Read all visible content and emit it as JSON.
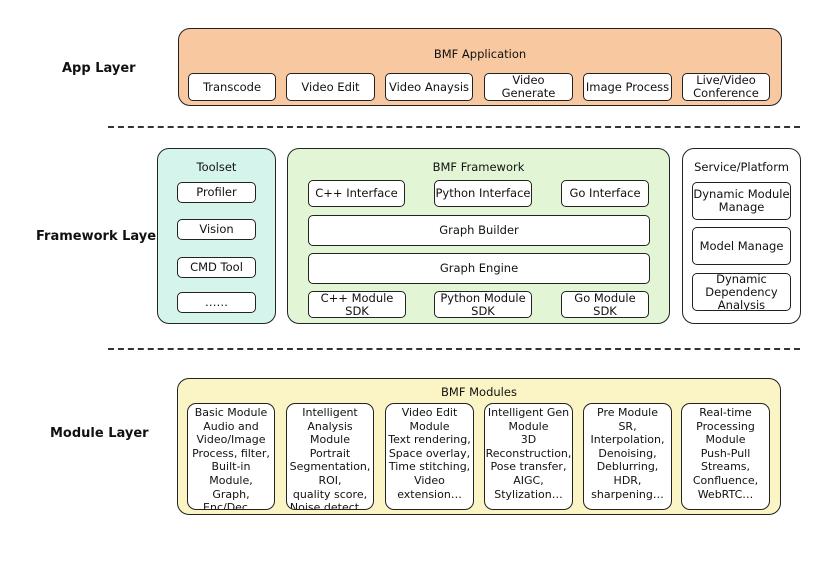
{
  "layers": {
    "app": "App Layer",
    "framework": "Framework Layer",
    "module": "Module Layer"
  },
  "app_panel": {
    "title": "BMF Application",
    "items": [
      "Transcode",
      "Video Edit",
      "Video Anaysis",
      "Video Generate",
      "Image Process",
      "Live/Video\nConference"
    ],
    "fill": "#f8c8a0"
  },
  "toolset": {
    "title": "Toolset",
    "items": [
      "Profiler",
      "Vision",
      "CMD Tool",
      "……"
    ],
    "fill": "#d5f5ec"
  },
  "framework_panel": {
    "title": "BMF Framework",
    "interfaces": [
      "C++ Interface",
      "Python Interface",
      "Go Interface"
    ],
    "graph_builder": "Graph Builder",
    "graph_engine": "Graph Engine",
    "sdks": [
      "C++ Module SDK",
      "Python Module\nSDK",
      "Go Module\nSDK"
    ],
    "fill": "#e2f6d6"
  },
  "service_panel": {
    "title": "Service/Platform",
    "items": [
      "Dynamic Module\nManage",
      "Model Manage",
      "Dynamic\nDependency\nAnalysis"
    ],
    "fill": "#ffffff"
  },
  "modules_panel": {
    "title": "BMF Modules",
    "items": [
      "Basic Module\nAudio and\nVideo/Image\nProcess, filter,\nBuilt-in\nModule,\nGraph,\nEnc/Dec…",
      "Intelligent\nAnalysis\nModule\nPortrait\nSegmentation,\nROI,\nquality score,\nNoise detect…",
      "Video Edit\nModule\nText rendering,\nSpace overlay,\nTime stitching,\nVideo\nextension…",
      "Intelligent Gen\nModule\n3D\nReconstruction,\nPose transfer,\nAIGC,\nStylization…",
      "Pre Module\nSR,\nInterpolation,\nDenoising,\nDeblurring,\nHDR,\nsharpening…",
      "Real-time\nProcessing\nModule\nPush-Pull\nStreams,\nConfluence,\nWebRTC…"
    ],
    "fill": "#fbf4c4"
  }
}
